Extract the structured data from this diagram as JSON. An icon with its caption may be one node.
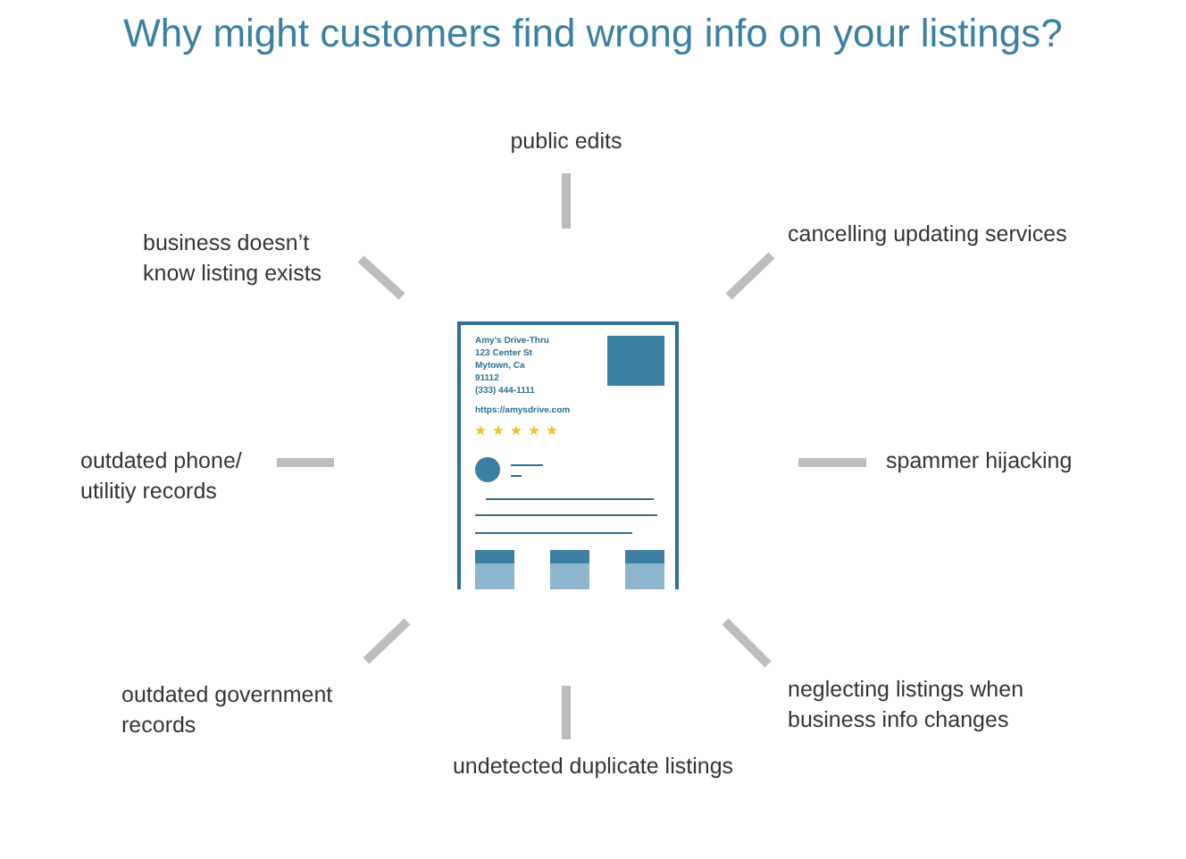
{
  "diagram": {
    "title": "Why might customers find wrong info on your listings?",
    "nodes": [
      {
        "text": [
          "Amy's Drive-Thru",
          "123 Center St",
          "Mytown, Ca",
          "91112",
          "(333) 444-1111",
          "https://amysdrive.com"
        ]
      },
      {
        "text": [
          "public edits"
        ]
      },
      {
        "text": [
          "business doesn’t know listing exists"
        ]
      },
      {
        "text": [
          "cancelling updating services"
        ]
      },
      {
        "text": [
          "outdated phone/ utilitiy records"
        ]
      },
      {
        "text": [
          "spammer hijacking"
        ]
      },
      {
        "text": [
          "outdated government records"
        ]
      },
      {
        "text": [
          "neglecting listings when business info changes"
        ]
      },
      {
        "text": [
          "undetected duplicate listings"
        ]
      }
    ]
  }
}
